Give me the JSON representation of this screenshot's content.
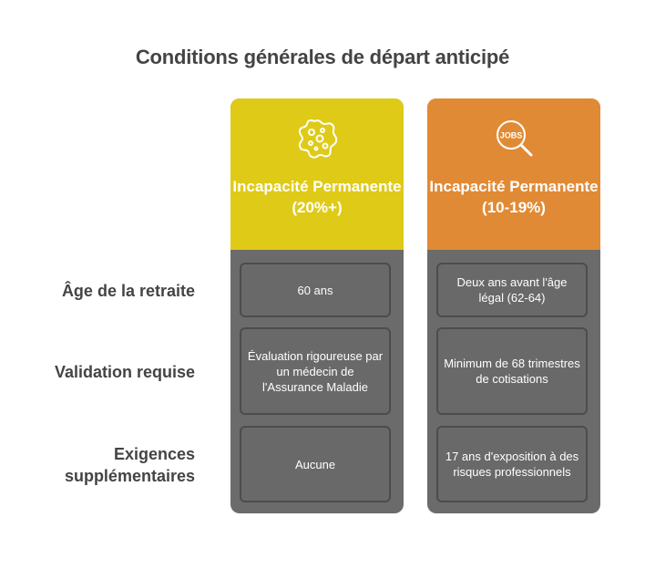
{
  "title": "Conditions générales de départ anticipé",
  "rows": [
    {
      "label": "Âge de la retraite"
    },
    {
      "label": "Validation requise"
    },
    {
      "label": "Exigences supplémentaires"
    }
  ],
  "columns": [
    {
      "header": "Incapacité Permanente (20%+)",
      "header_color": "#dfca18",
      "icon": "virus-cell-icon",
      "cells": [
        "60 ans",
        "Évaluation rigoureuse par un médecin de l'Assurance Maladie",
        "Aucune"
      ]
    },
    {
      "header": "Incapacité Permanente (10-19%)",
      "header_color": "#e18a35",
      "icon": "jobs-magnifier-icon",
      "icon_text": "JOBS",
      "cells": [
        "Deux ans avant l'âge légal (62-64)",
        "Minimum de 68 trimestres de cotisations",
        "17 ans d'exposition à des risques professionnels"
      ]
    }
  ]
}
